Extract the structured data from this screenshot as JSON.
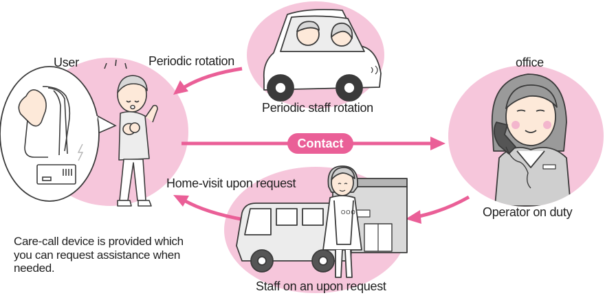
{
  "labels": {
    "user": "User",
    "office": "office",
    "periodic_rotation": "Periodic rotation",
    "periodic_staff_rotation": "Periodic staff rotation",
    "contact": "Contact",
    "home_visit": "Home-visit upon request",
    "operator": "Operator on duty",
    "staff_upon_request": "Staff on an upon request",
    "care_call_note": "Care-call device is provided which you can request assistance when needed.",
    "building_sign": "OOO"
  },
  "colors": {
    "bubble": "#f6c6db",
    "arrow": "#ea5f97",
    "line": "#3a3a3a",
    "skin": "#fde9d9"
  },
  "icons": {
    "user": "elderly-person-illustration",
    "device": "care-call-device-illustration",
    "car": "car-with-staff-illustration",
    "operator": "telephone-operator-illustration",
    "van": "van-illustration",
    "building": "office-building-illustration",
    "staff": "staff-woman-illustration"
  }
}
